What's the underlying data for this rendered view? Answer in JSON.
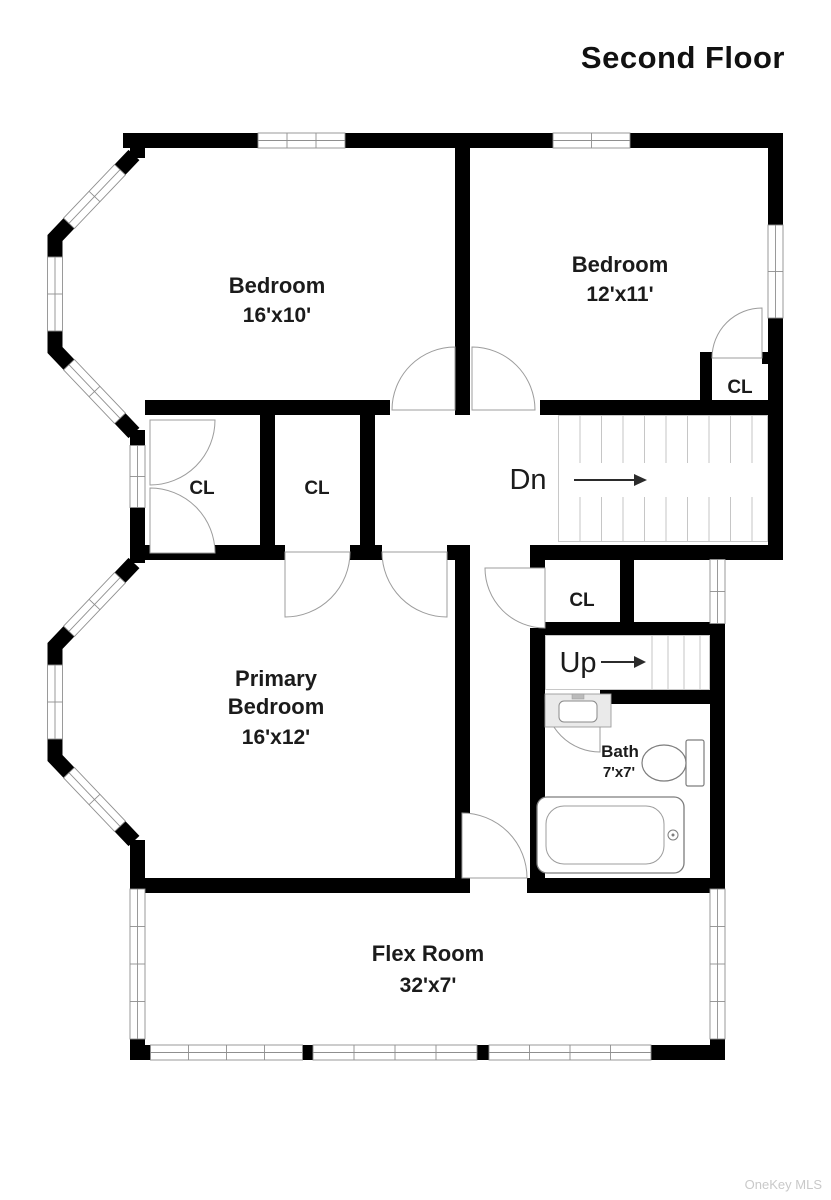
{
  "page": {
    "title": "Second Floor",
    "watermark": "OneKey MLS",
    "wall_color": "#000000",
    "label_color": "#1b1b1b",
    "watermark_color": "#c9c9c9"
  },
  "rooms": {
    "bedroom_top_left": {
      "name": "Bedroom",
      "dimensions": "16'x10'"
    },
    "bedroom_top_right": {
      "name": "Bedroom",
      "dimensions": "12'x11'"
    },
    "primary_bedroom": {
      "name_line_1": "Primary",
      "name_line_2": "Bedroom",
      "dimensions": "16'x12'"
    },
    "bathroom": {
      "name": "Bath",
      "dimensions": "7'x7'"
    },
    "flex_room": {
      "name": "Flex Room",
      "dimensions": "32'x7'"
    }
  },
  "closets": {
    "closet_left_1": {
      "label": "CL"
    },
    "closet_left_2": {
      "label": "CL"
    },
    "closet_bedroom_right": {
      "label": "CL"
    },
    "closet_hall": {
      "label": "CL"
    }
  },
  "stairs": {
    "down": {
      "label": "Dn"
    },
    "up": {
      "label": "Up"
    }
  }
}
